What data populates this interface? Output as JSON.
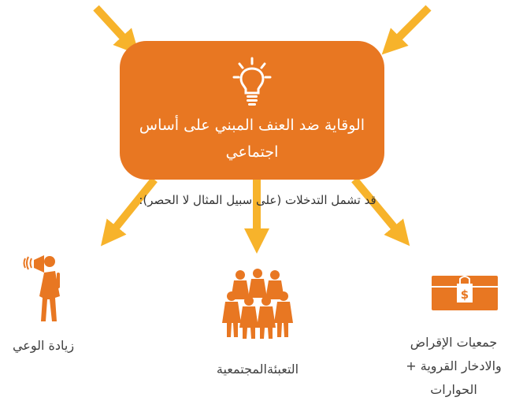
{
  "center": {
    "title": "الوقاية ضد العنف المبني على أساس اجتماعي",
    "icon": "lightbulb-icon"
  },
  "caption": "قد تشمل التدخلات (على سبيل المثال لا الحصر):",
  "outcomes": [
    {
      "label": "زيادة الوعي",
      "icon": "megaphone-woman-icon"
    },
    {
      "label": "التعبئةالمجتمعية",
      "icon": "community-group-icon"
    },
    {
      "label": "جمعيات الإقراض والادخار القروية + الحوارات",
      "icon": "savings-lockbox-icon"
    }
  ],
  "colors": {
    "box": "#E87722",
    "arrows": "#F7B32B",
    "icons": "#E87722",
    "text": "#404040"
  }
}
